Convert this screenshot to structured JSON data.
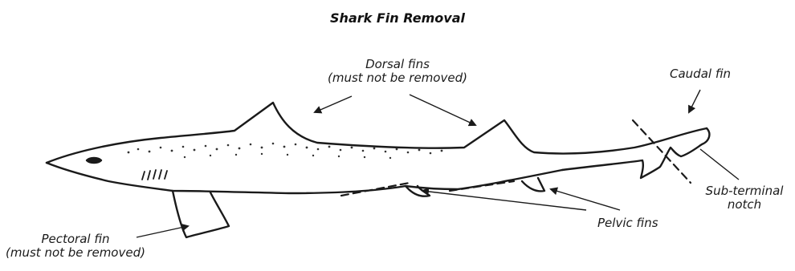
{
  "title": "Shark Fin Removal",
  "labels": {
    "dorsal": {
      "line1": "Dorsal fins",
      "line2": "(must not be removed)"
    },
    "caudal": "Caudal fin",
    "subterminal": {
      "line1": "Sub-terminal",
      "line2": "notch"
    },
    "pelvic": "Pelvic fins",
    "pectoral": {
      "line1": "Pectoral fin",
      "line2": "(must not be removed)"
    }
  },
  "colors": {
    "ink": "#1a1a1a",
    "background": "#ffffff"
  }
}
